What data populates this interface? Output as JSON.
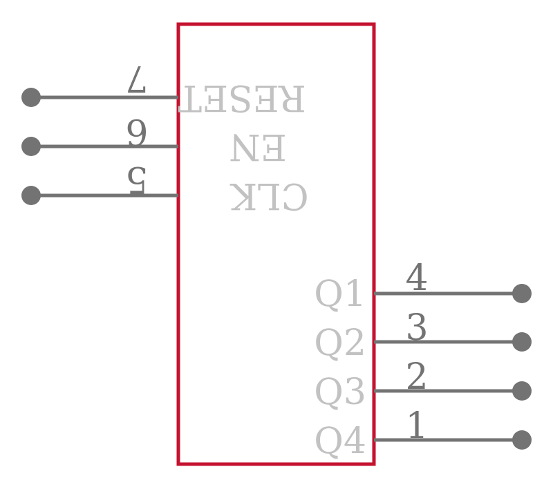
{
  "colors": {
    "body_outline": "#c4122f",
    "pin": "#737373",
    "label": "#c2c2c2",
    "background": "#ffffff"
  },
  "left_pins": [
    {
      "number": "7",
      "label": "RESET"
    },
    {
      "number": "6",
      "label": "EN"
    },
    {
      "number": "5",
      "label": "CLK"
    }
  ],
  "right_pins": [
    {
      "number": "4",
      "label": "Q1"
    },
    {
      "number": "3",
      "label": "Q2"
    },
    {
      "number": "2",
      "label": "Q3"
    },
    {
      "number": "1",
      "label": "Q4"
    }
  ]
}
